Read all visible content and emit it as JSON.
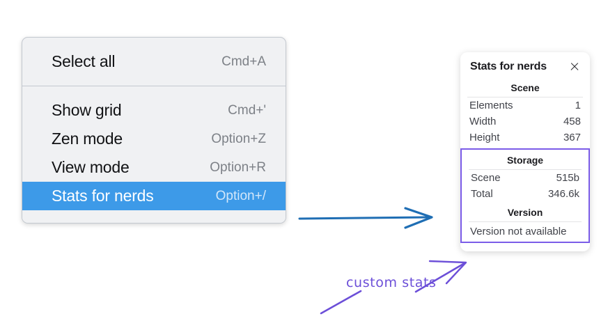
{
  "menu": {
    "sections": [
      {
        "name": "primary",
        "items": [
          {
            "label": "Select all",
            "shortcut": "Cmd+A",
            "selected": false
          }
        ]
      },
      {
        "name": "view",
        "items": [
          {
            "label": "Show grid",
            "shortcut": "Cmd+'",
            "selected": false
          },
          {
            "label": "Zen mode",
            "shortcut": "Option+Z",
            "selected": false
          },
          {
            "label": "View mode",
            "shortcut": "Option+R",
            "selected": false
          },
          {
            "label": "Stats for nerds",
            "shortcut": "Option+/",
            "selected": true
          }
        ]
      }
    ],
    "highlight_color": "#3d9ae8",
    "background_color": "#f0f1f3"
  },
  "stats_panel": {
    "title": "Stats for nerds",
    "close_icon": "close-icon",
    "sections": [
      {
        "heading": "Scene",
        "rows": [
          {
            "key": "Elements",
            "value": "1"
          },
          {
            "key": "Width",
            "value": "458"
          },
          {
            "key": "Height",
            "value": "367"
          }
        ]
      },
      {
        "heading": "Storage",
        "rows": [
          {
            "key": "Scene",
            "value": "515b"
          },
          {
            "key": "Total",
            "value": "346.6k"
          }
        ]
      },
      {
        "heading": "Version",
        "full_rows": [
          "Version not available"
        ]
      }
    ],
    "custom_region_color": "#7b5ce8"
  },
  "annotations": {
    "blue_arrow": {
      "color": "#1f6eb4"
    },
    "custom_stats_label": "custom stats",
    "purple_color": "#6c4fd8"
  }
}
